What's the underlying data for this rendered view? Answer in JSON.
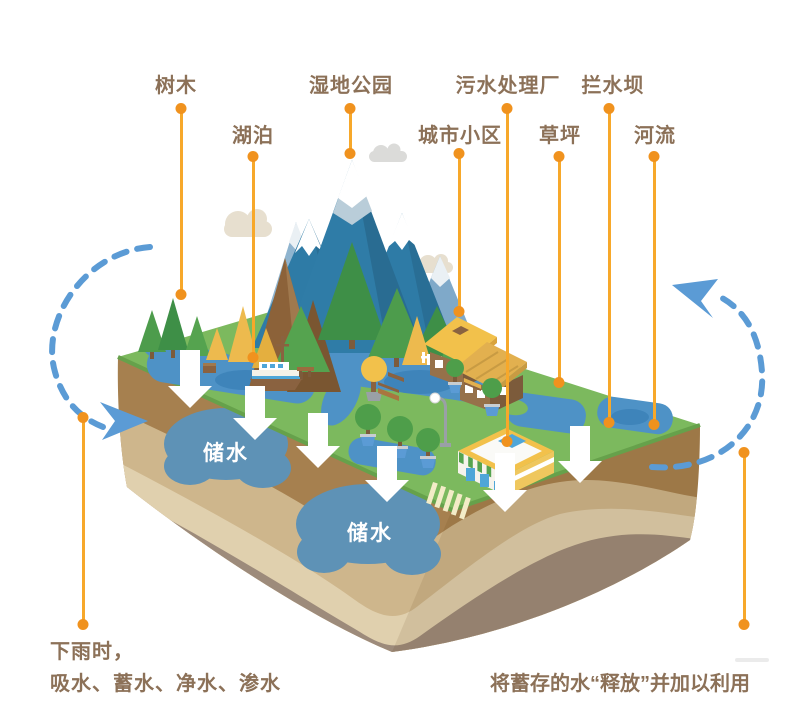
{
  "callouts": {
    "trees": "树木",
    "lake": "湖泊",
    "wetland_park": "湿地公园",
    "city_block": "城市小区",
    "sewage_plant": "污水处理厂",
    "lawn": "草坪",
    "dam": "拦水坝",
    "river": "河流"
  },
  "ground": {
    "storage_1": "储水",
    "storage_2": "储水"
  },
  "captions": {
    "rain_line1": "下雨时，",
    "rain_line2": "吸水、蓄水、净水、渗水",
    "release": "将蓄存的水“释放”并加以利用"
  },
  "colors": {
    "callout_line": "#F7A82A",
    "callout_dot": "#F0921E",
    "label_text": "#8C7158",
    "cycle_arrow_blue": "#5B9BD5",
    "grass_green": "#7CB95E",
    "water_blue": "#4E92C6",
    "soil_brown": "#A6804F",
    "soil_tan": "#CEB68C",
    "soil_cream": "#E0D0AE",
    "soil_grey": "#9D8B7B",
    "storage_blob_blue": "#5E92B6",
    "infiltration_arrow": "#FFFFFF",
    "mountain_blue": "#2E7BA6",
    "roof_yellow": "#F2C14B"
  }
}
